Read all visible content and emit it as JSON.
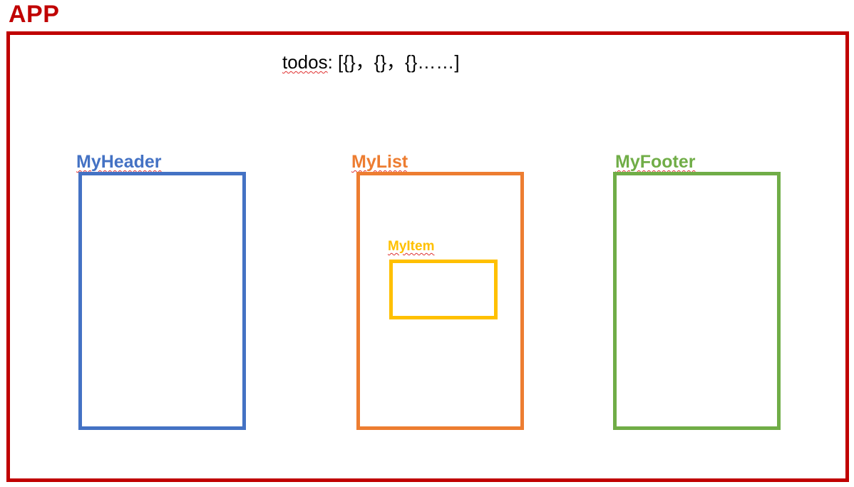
{
  "app": {
    "title": "APP",
    "color": "#c00000"
  },
  "state": {
    "todos_key": "todos",
    "todos_value": ": [{}，{}，{}……]"
  },
  "components": {
    "header": {
      "label": "MyHeader",
      "color": "#4472c4"
    },
    "list": {
      "label": "MyList",
      "color": "#ed7d31"
    },
    "footer": {
      "label": "MyFooter",
      "color": "#70ad47"
    },
    "item": {
      "label": "MyItem",
      "color": "#ffc000"
    }
  }
}
